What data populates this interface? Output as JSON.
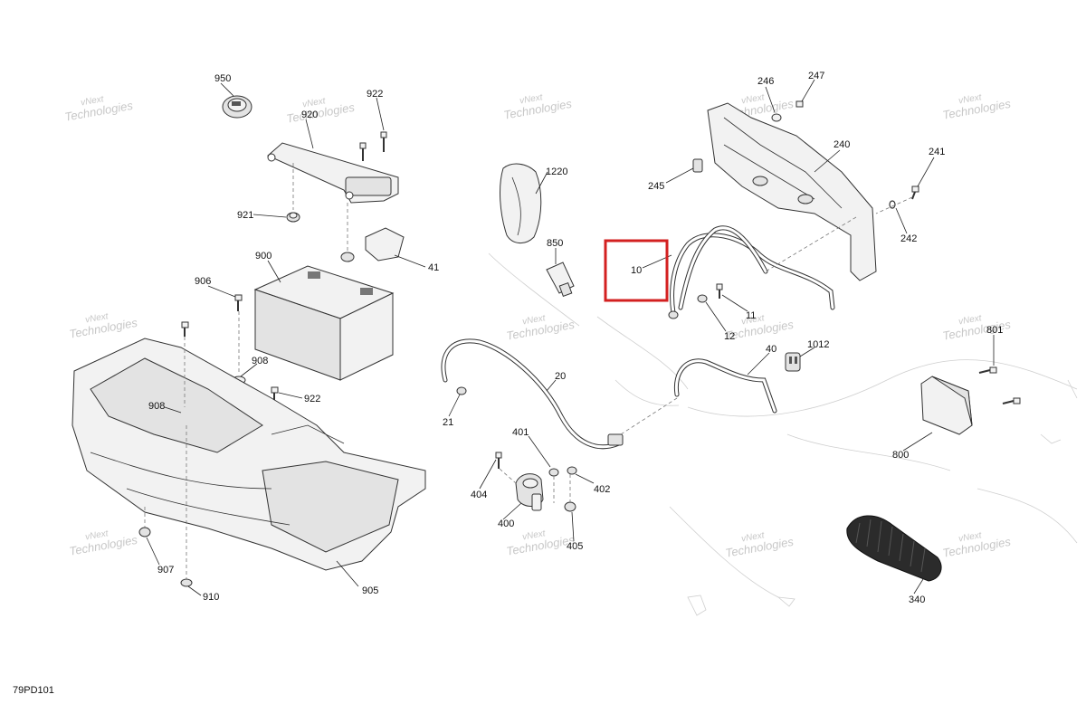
{
  "diagram": {
    "reference_code": "79PD101",
    "watermark": {
      "line1": "vNext",
      "line2": "Technologies",
      "full": "vNext Technologies"
    },
    "highlighted_callout": "10",
    "callouts": [
      {
        "id": "950",
        "label": "950"
      },
      {
        "id": "920",
        "label": "920"
      },
      {
        "id": "922a",
        "label": "922"
      },
      {
        "id": "921",
        "label": "921"
      },
      {
        "id": "41",
        "label": "41"
      },
      {
        "id": "900",
        "label": "900"
      },
      {
        "id": "906",
        "label": "906"
      },
      {
        "id": "908a",
        "label": "908"
      },
      {
        "id": "922b",
        "label": "922"
      },
      {
        "id": "908b",
        "label": "908"
      },
      {
        "id": "907",
        "label": "907"
      },
      {
        "id": "910",
        "label": "910"
      },
      {
        "id": "905",
        "label": "905"
      },
      {
        "id": "1220",
        "label": "1220"
      },
      {
        "id": "850",
        "label": "850"
      },
      {
        "id": "10",
        "label": "10"
      },
      {
        "id": "20",
        "label": "20"
      },
      {
        "id": "21",
        "label": "21"
      },
      {
        "id": "401",
        "label": "401"
      },
      {
        "id": "402",
        "label": "402"
      },
      {
        "id": "404",
        "label": "404"
      },
      {
        "id": "400",
        "label": "400"
      },
      {
        "id": "405",
        "label": "405"
      },
      {
        "id": "246",
        "label": "246"
      },
      {
        "id": "247",
        "label": "247"
      },
      {
        "id": "240",
        "label": "240"
      },
      {
        "id": "245",
        "label": "245"
      },
      {
        "id": "241",
        "label": "241"
      },
      {
        "id": "242",
        "label": "242"
      },
      {
        "id": "11",
        "label": "11"
      },
      {
        "id": "12",
        "label": "12"
      },
      {
        "id": "40",
        "label": "40"
      },
      {
        "id": "1012",
        "label": "1012"
      },
      {
        "id": "801",
        "label": "801"
      },
      {
        "id": "800",
        "label": "800"
      },
      {
        "id": "340",
        "label": "340"
      }
    ]
  }
}
